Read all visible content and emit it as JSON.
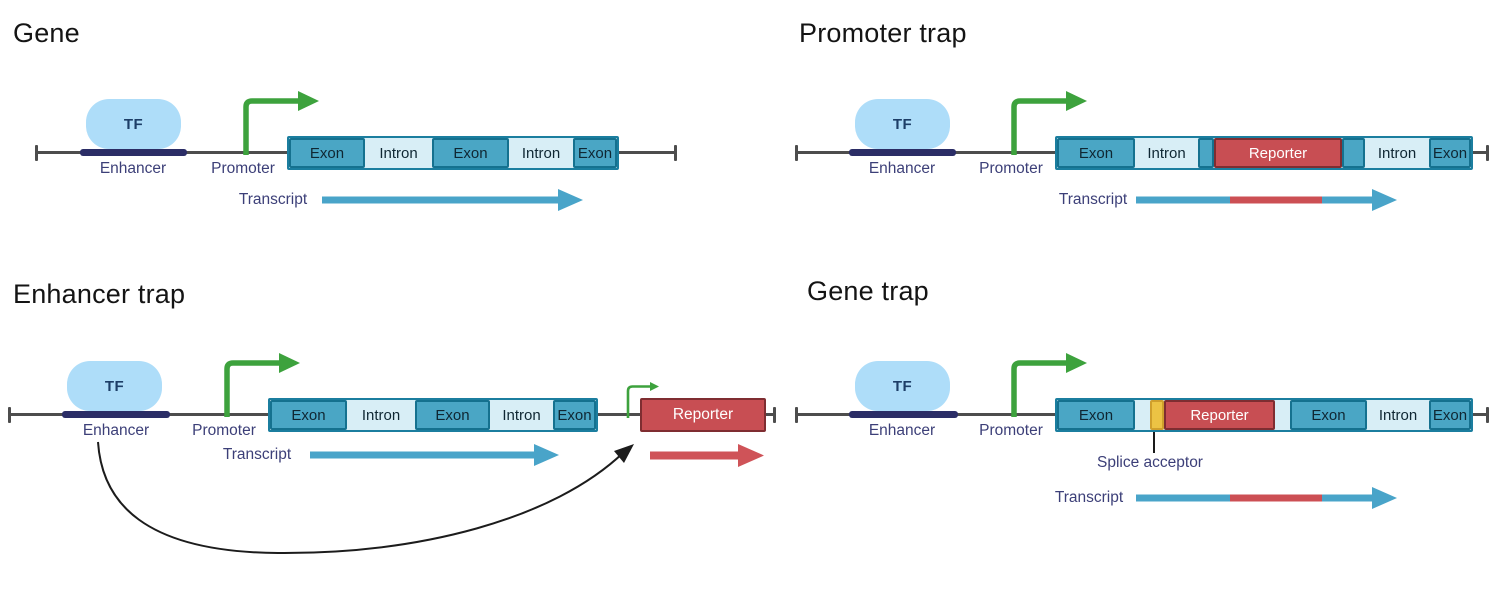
{
  "figure": {
    "type": "gene-trapping-strategies-diagram",
    "colors": {
      "exon_fill": "#4AA6C5",
      "exon_border": "#15718F",
      "gene_body_fill": "#D8EEF6",
      "gene_body_border": "#1B7E9F",
      "reporter_fill": "#C84E53",
      "reporter_border": "#7F2D31",
      "splice_acceptor_fill": "#ECC344",
      "enhancer_bar": "#2B2D66",
      "tf_fill": "#AEDDF9",
      "dna_line": "#4D4D4D",
      "promoter_arrow_green": "#3DA23D",
      "transcript_arrow_blue": "#49A4C9",
      "transcript_reporter_red": "#CC4F54",
      "reporter_transcript_arrow_red": "#CF5358",
      "enhancer_loop_arrow_black": "#1C1C1C",
      "label_text": "#3C3F78",
      "title_text": "#141414"
    }
  },
  "panels": [
    {
      "id": "gene",
      "title": "Gene",
      "tf_label": "TF",
      "enhancer_label": "Enhancer",
      "promoter_label": "Promoter",
      "transcript_label": "Transcript",
      "segments": [
        {
          "type": "exon",
          "label": "Exon"
        },
        {
          "type": "intron",
          "label": "Intron"
        },
        {
          "type": "exon",
          "label": "Exon"
        },
        {
          "type": "intron",
          "label": "Intron"
        },
        {
          "type": "exon",
          "label": "Exon"
        }
      ]
    },
    {
      "id": "promoter-trap",
      "title": "Promoter trap",
      "tf_label": "TF",
      "enhancer_label": "Enhancer",
      "promoter_label": "Promoter",
      "transcript_label": "Transcript",
      "transcript_has_reporter_segment": true,
      "segments": [
        {
          "type": "exon",
          "label": "Exon"
        },
        {
          "type": "intron",
          "label": "Intron"
        },
        {
          "type": "exon-sliver",
          "label": ""
        },
        {
          "type": "reporter",
          "label": "Reporter"
        },
        {
          "type": "exon-sliver",
          "label": ""
        },
        {
          "type": "intron",
          "label": "Intron"
        },
        {
          "type": "exon",
          "label": "Exon"
        }
      ]
    },
    {
      "id": "enhancer-trap",
      "title": "Enhancer trap",
      "tf_label": "TF",
      "enhancer_label": "Enhancer",
      "promoter_label": "Promoter",
      "transcript_label": "Transcript",
      "reporter_label": "Reporter",
      "segments": [
        {
          "type": "exon",
          "label": "Exon"
        },
        {
          "type": "intron",
          "label": "Intron"
        },
        {
          "type": "exon",
          "label": "Exon"
        },
        {
          "type": "intron",
          "label": "Intron"
        },
        {
          "type": "exon",
          "label": "Exon"
        }
      ]
    },
    {
      "id": "gene-trap",
      "title": "Gene trap",
      "tf_label": "TF",
      "enhancer_label": "Enhancer",
      "promoter_label": "Promoter",
      "transcript_label": "Transcript",
      "splice_acceptor_label": "Splice acceptor",
      "transcript_has_reporter_segment": true,
      "segments": [
        {
          "type": "exon",
          "label": "Exon"
        },
        {
          "type": "intron-sliver",
          "label": ""
        },
        {
          "type": "splice-acceptor",
          "label": ""
        },
        {
          "type": "reporter",
          "label": "Reporter"
        },
        {
          "type": "intron-sliver",
          "label": ""
        },
        {
          "type": "exon",
          "label": "Exon"
        },
        {
          "type": "intron",
          "label": "Intron"
        },
        {
          "type": "exon",
          "label": "Exon"
        }
      ]
    }
  ]
}
